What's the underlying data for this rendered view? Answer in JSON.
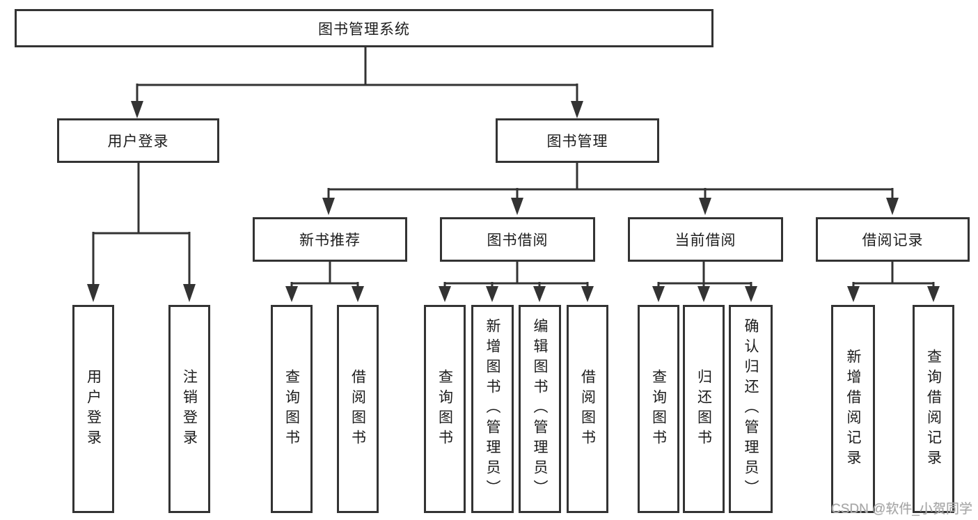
{
  "tree": {
    "root": {
      "label": "图书管理系统"
    },
    "branches": [
      {
        "label": "用户登录",
        "children": [
          "用户登录",
          "注销登录"
        ]
      },
      {
        "label": "图书管理",
        "groups": [
          {
            "label": "新书推荐",
            "children": [
              "查询图书",
              "借阅图书"
            ]
          },
          {
            "label": "图书借阅",
            "children": [
              "查询图书",
              "新增图书（管理员）",
              "编辑图书（管理员）",
              "借阅图书"
            ]
          },
          {
            "label": "当前借阅",
            "children": [
              "查询图书",
              "归还图书",
              "确认归还（管理员）"
            ]
          },
          {
            "label": "借阅记录",
            "children": [
              "新增借阅记录",
              "查询借阅记录"
            ]
          }
        ]
      }
    ]
  },
  "watermark": "CSDN @软件_小贺同学",
  "colors": {
    "line": "#333333",
    "text": "#1c1c1c",
    "watermark": "#a6a6a6",
    "background": "#ffffff"
  }
}
